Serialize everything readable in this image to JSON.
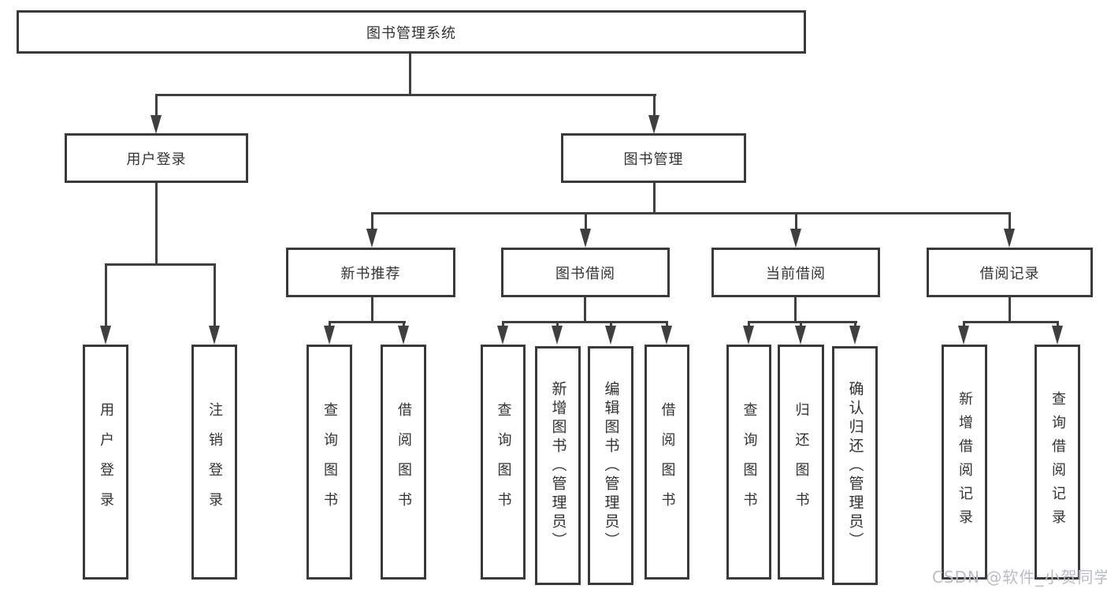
{
  "diagram": {
    "title": "图书管理系统",
    "nodes": {
      "root": "图书管理系统",
      "user_login": "用户登录",
      "book_mgmt": "图书管理",
      "new_books": "新书推荐",
      "book_borrow": "图书借阅",
      "current_borrow": "当前借阅",
      "borrow_records": "借阅记录",
      "leaf_user_login": "用户登录",
      "leaf_logout": "注销登录",
      "leaf_nb_query": "查询图书",
      "leaf_nb_borrow": "借阅图书",
      "leaf_bb_query": "查询图书",
      "leaf_bb_add": "新增图书（管理员）",
      "leaf_bb_edit": "编辑图书（管理员）",
      "leaf_bb_borrow": "借阅图书",
      "leaf_cb_query": "查询图书",
      "leaf_cb_return": "归还图书",
      "leaf_cb_confirm": "确认归还（管理员）",
      "leaf_rec_add": "新增借阅记录",
      "leaf_rec_query": "查询借阅记录"
    },
    "watermark": "CSDN @软件_小贺同学",
    "colors": {
      "line": "#3f3f3f",
      "box_border": "#3a3a3a",
      "text": "#333333",
      "watermark_text": "#b9bdc3",
      "background": "#ffffff"
    }
  }
}
